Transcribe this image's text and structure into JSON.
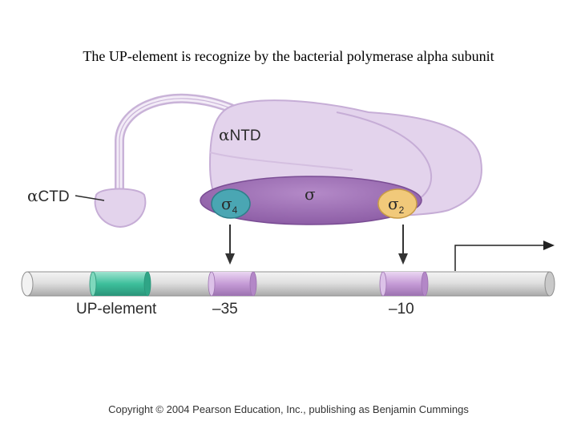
{
  "title": "The UP-element is recognize by the bacterial polymerase alpha subunit",
  "labels": {
    "alpha_ntd_prefix": "α",
    "alpha_ntd_suffix": "NTD",
    "alpha_ctd_prefix": "α",
    "alpha_ctd_suffix": "CTD",
    "sigma": "σ",
    "sigma4_symbol": "σ",
    "sigma4_sub": "4",
    "sigma2_symbol": "σ",
    "sigma2_sub": "2",
    "up_element": "UP-element",
    "minus35": "–35",
    "minus10": "–10"
  },
  "copyright": "Copyright © 2004 Pearson Education, Inc., publishing as Benjamin Cummings",
  "colors": {
    "polymerase": "#e3d3ec",
    "sigma_body": "#9b6bb3",
    "sigma4": "#4aa6b3",
    "sigma2": "#f1c97a",
    "up_element": "#3dbf9b",
    "promoter_box": "#c59bd6",
    "dna": "#d8d8d8"
  }
}
